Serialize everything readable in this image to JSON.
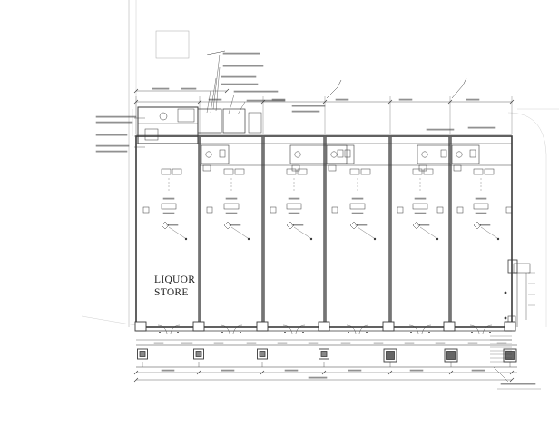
{
  "drawing": {
    "store_label_line1": "LIQUOR",
    "store_label_line2": "STORE",
    "tenant_spaces": 6,
    "line_color": "#3a3a3a",
    "background": "#ffffff"
  }
}
